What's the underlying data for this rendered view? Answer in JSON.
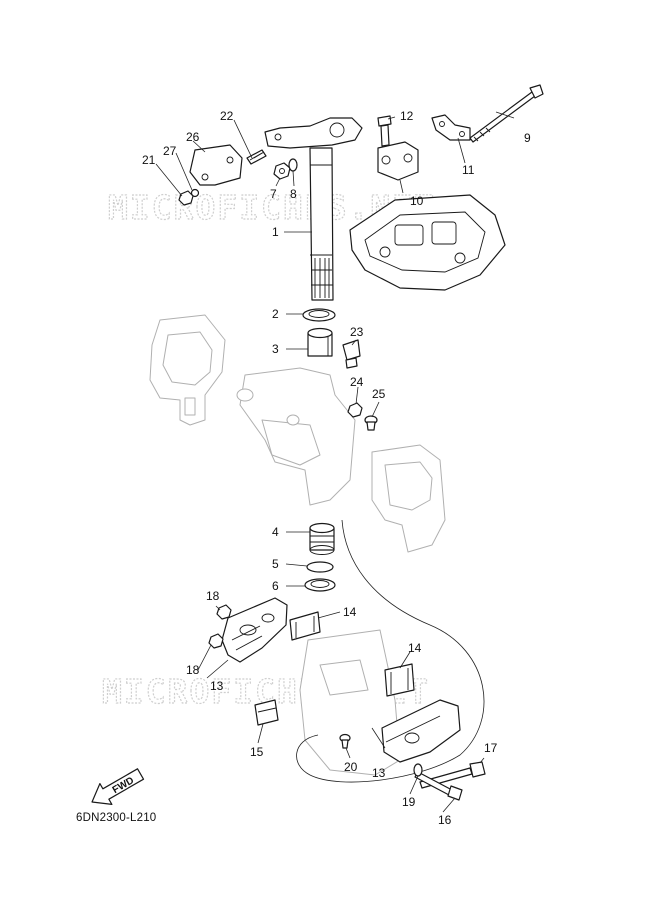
{
  "diagram": {
    "reference_code": "6DN2300-L210",
    "watermark": "MICROFICHES.NET",
    "fwd_label": "FWD",
    "callouts": [
      "1",
      "2",
      "3",
      "4",
      "5",
      "6",
      "7",
      "8",
      "9",
      "10",
      "11",
      "12",
      "13",
      "13",
      "14",
      "14",
      "15",
      "16",
      "17",
      "18",
      "18",
      "19",
      "20",
      "21",
      "22",
      "23",
      "24",
      "25",
      "26",
      "27"
    ]
  }
}
